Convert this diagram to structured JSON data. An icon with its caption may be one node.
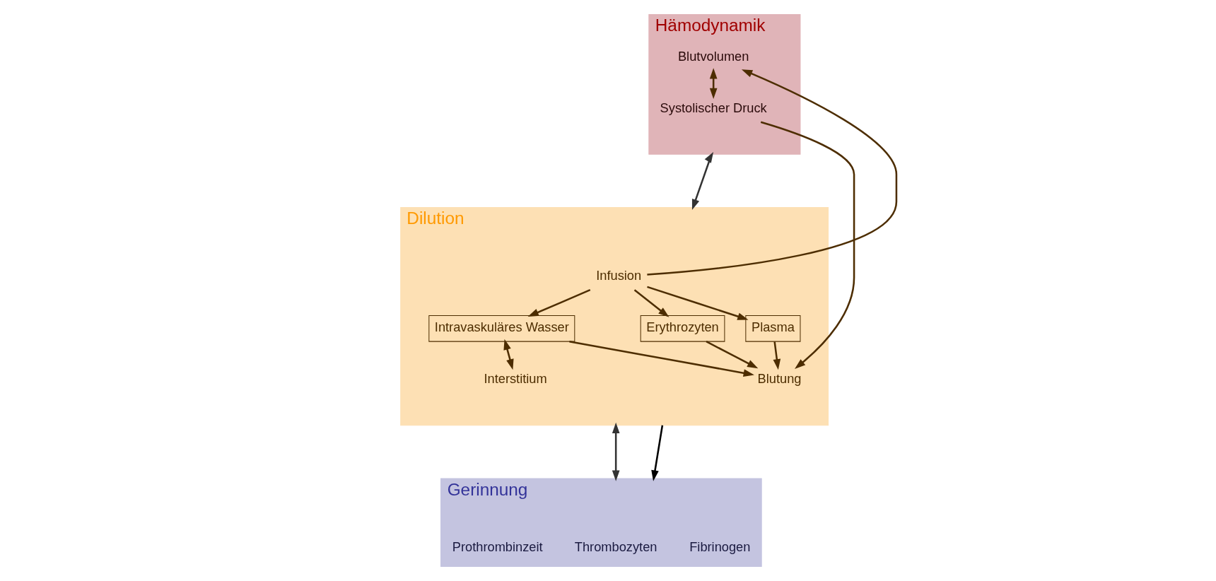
{
  "diagram": {
    "nodes": [
      {
        "text": [
          "Hämodynamik"
        ]
      },
      {
        "text": [
          "Blutvolumen"
        ],
        "in": 0
      },
      {
        "text": [
          "Systolischer Druck"
        ],
        "in": 0
      },
      {
        "text": [
          "Dilution"
        ]
      },
      {
        "text": [
          "Infusion"
        ],
        "in": 3
      },
      {
        "text": [
          "Erythrozyten"
        ],
        "in": 3
      },
      {
        "text": [
          "Plasma"
        ],
        "in": 3
      },
      {
        "text": [
          "Intravaskuläres Wasser"
        ],
        "in": 3
      },
      {
        "text": [
          "Blutung"
        ],
        "in": 3
      },
      {
        "text": [
          "Interstitium"
        ],
        "in": 3
      },
      {
        "text": [
          "Gerinnung"
        ]
      },
      {
        "text": [
          "Fibrinogen"
        ],
        "in": 10
      },
      {
        "text": [
          "Prothrombinzeit"
        ],
        "in": 10
      },
      {
        "text": [
          "Thrombozyten"
        ],
        "in": 10
      }
    ],
    "edges": [
      {
        "from": 1,
        "to": 2,
        "arrow": "both"
      },
      {
        "from": 4,
        "to": 1,
        "arrow": "to"
      },
      {
        "from": 2,
        "to": 8,
        "arrow": "to"
      },
      {
        "from": 4,
        "to": 5,
        "arrow": "to"
      },
      {
        "from": 4,
        "to": 6,
        "arrow": "to"
      },
      {
        "from": 4,
        "to": 7,
        "arrow": "to"
      },
      {
        "from": 5,
        "to": 8,
        "arrow": "to"
      },
      {
        "from": 6,
        "to": 8,
        "arrow": "to"
      },
      {
        "from": 7,
        "to": 8,
        "arrow": "to"
      },
      {
        "from": 7,
        "to": 9,
        "arrow": "both"
      },
      {
        "from": 3,
        "to": 10,
        "arrow": "to",
        "color": "#000000"
      },
      {
        "from": 0,
        "to": 3,
        "arrow": "both",
        "color": "#333333"
      },
      {
        "from": 3,
        "to": 10,
        "arrow": "both",
        "color": "#333333"
      }
    ]
  }
}
